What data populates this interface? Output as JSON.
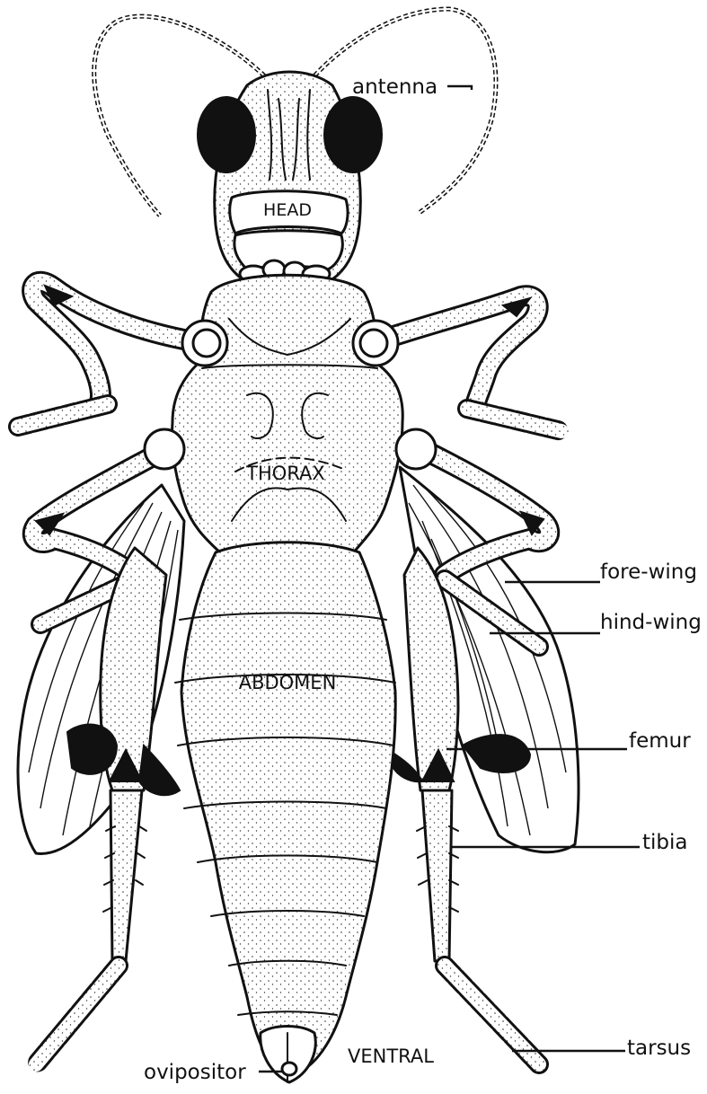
{
  "diagram": {
    "internal_labels": {
      "head": "HEAD",
      "thorax": "THORAX",
      "abdomen": "ABDOMEN",
      "view": "VENTRAL"
    },
    "callouts": {
      "antenna": "antenna",
      "fore_wing": "fore-wing",
      "hind_wing": "hind-wing",
      "femur": "femur",
      "tibia": "tibia",
      "tarsus": "tarsus",
      "ovipositor": "ovipositor"
    },
    "colors": {
      "ink": "#111111",
      "background": "#ffffff"
    }
  }
}
